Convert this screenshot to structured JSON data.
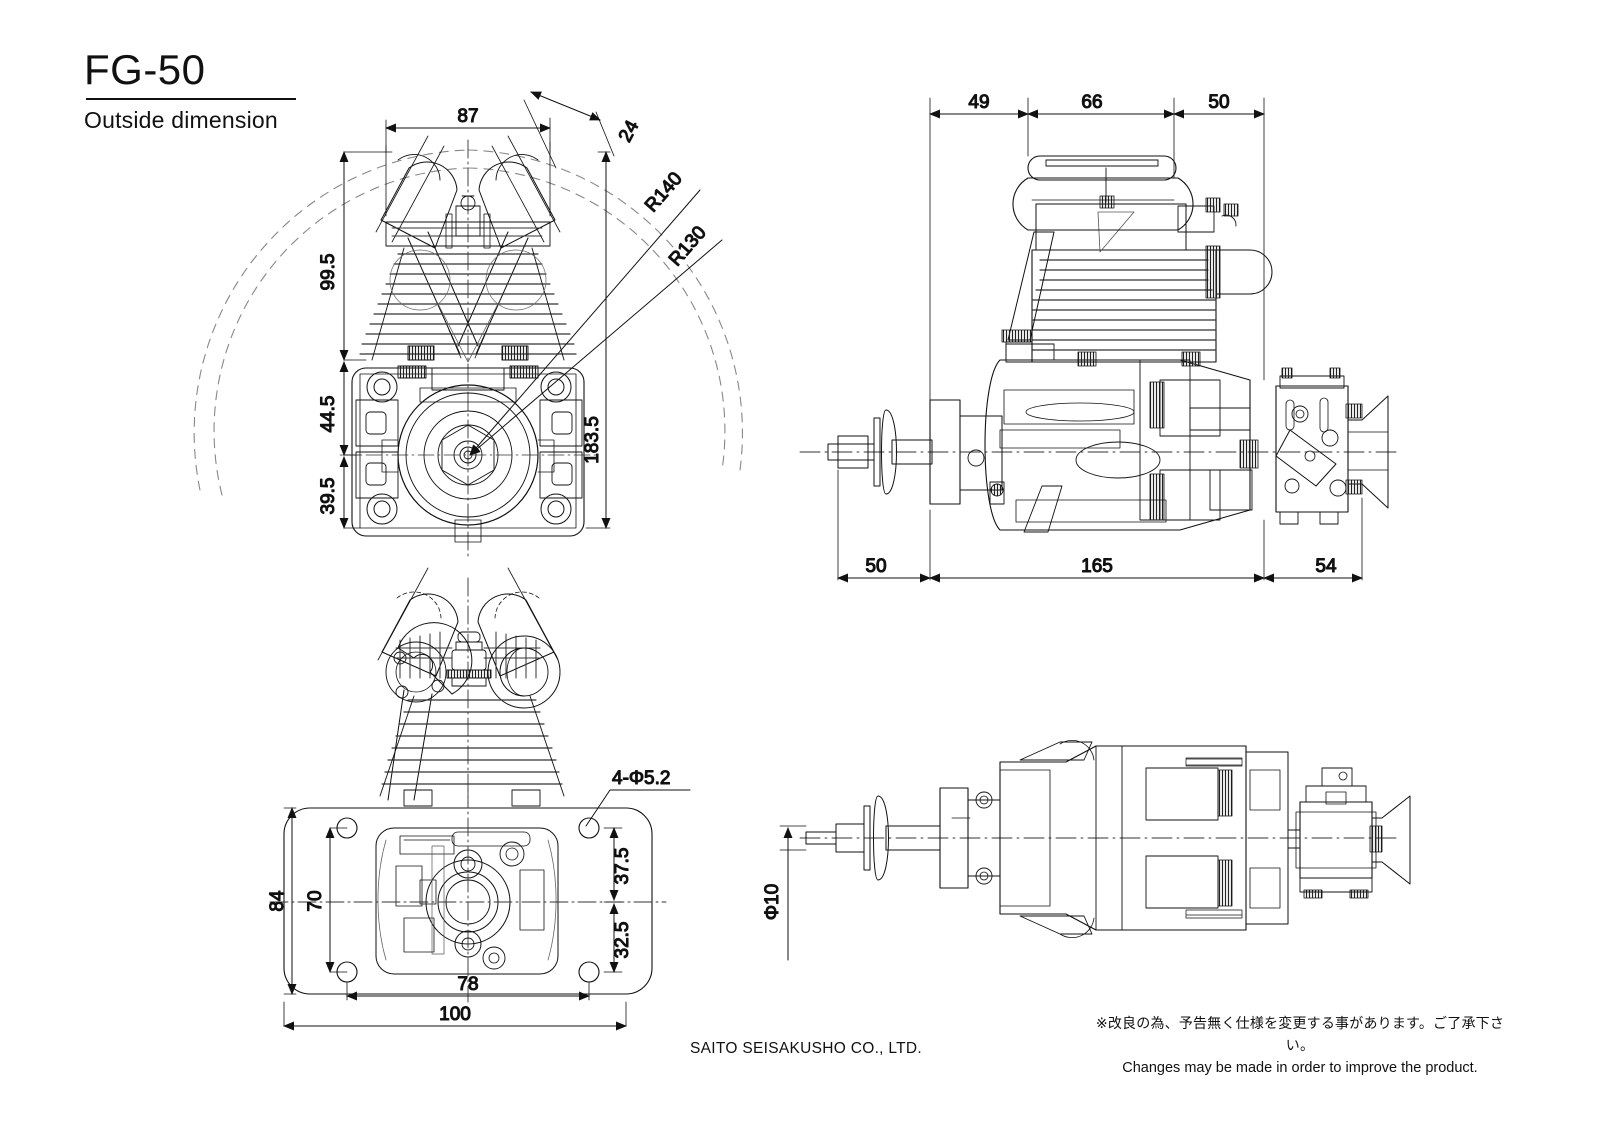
{
  "title": {
    "model": "FG-50",
    "subtitle": "Outside dimension"
  },
  "footer": {
    "company": "SAITO SEISAKUSHO CO., LTD.",
    "note_jp": "※改良の為、予告無く仕様を変更する事があります。ご了承下さい。",
    "note_en": "Changes may be made in order to improve the product."
  },
  "views": {
    "front": {
      "name": "front-view",
      "dimensions": {
        "width_overall": "87",
        "offset_top_right": "24",
        "height_upper": "99.5",
        "height_mid": "44.5",
        "height_lower": "39.5",
        "height_total": "183.5",
        "radius_outer": "R140",
        "radius_inner": "R130"
      }
    },
    "rear": {
      "name": "rear-view",
      "dimensions": {}
    },
    "bottom": {
      "name": "bottom-view",
      "dimensions": {
        "width_outer": "100",
        "width_holes": "78",
        "height_outer": "84",
        "height_holes": "70",
        "offset_up": "37.5",
        "offset_down": "32.5",
        "hole_callout": "4-Φ5.2"
      }
    },
    "side": {
      "name": "side-view",
      "dimensions": {
        "top_a": "49",
        "top_b": "66",
        "top_c": "50",
        "bottom_a": "50",
        "bottom_b": "165",
        "bottom_c": "54"
      }
    },
    "top": {
      "name": "top-view",
      "dimensions": {
        "shaft_diameter": "Φ10"
      }
    }
  },
  "colors": {
    "line": "#111111",
    "thin_line": "#333333",
    "hidden_line": "#777777",
    "background": "#ffffff"
  }
}
